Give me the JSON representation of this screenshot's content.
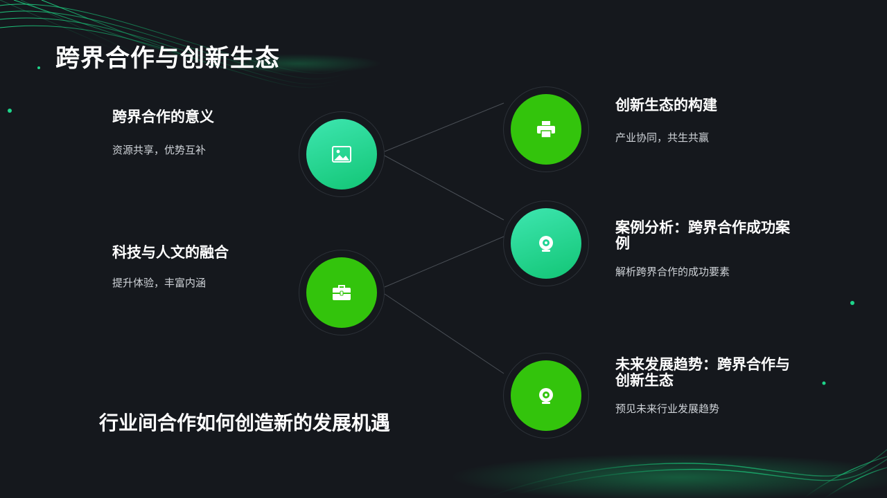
{
  "slide": {
    "title": "跨界合作与创新生态",
    "subtitle": "行业间合作如何创造新的发展机遇"
  },
  "left_items": [
    {
      "title": "跨界合作的意义",
      "desc": "资源共享，优势互补",
      "icon": "image-icon",
      "color": "teal"
    },
    {
      "title": "科技与人文的融合",
      "desc": "提升体验，丰富内涵",
      "icon": "briefcase-icon",
      "color": "green"
    }
  ],
  "right_items": [
    {
      "title": "创新生态的构建",
      "desc": "产业协同，共生共赢",
      "icon": "printer-icon",
      "color": "green"
    },
    {
      "title": "案例分析：跨界合作成功案例",
      "desc": "解析跨界合作的成功要素",
      "icon": "webcam-icon",
      "color": "teal"
    },
    {
      "title": "未来发展趋势：跨界合作与创新生态",
      "desc": "预见未来行业发展趋势",
      "icon": "webcam-icon",
      "color": "green"
    }
  ],
  "colors": {
    "background": "#15181d",
    "teal_start": "#3ee6b0",
    "teal_end": "#12c575",
    "green": "#33c40c",
    "accent_line": "#1ed48a"
  }
}
